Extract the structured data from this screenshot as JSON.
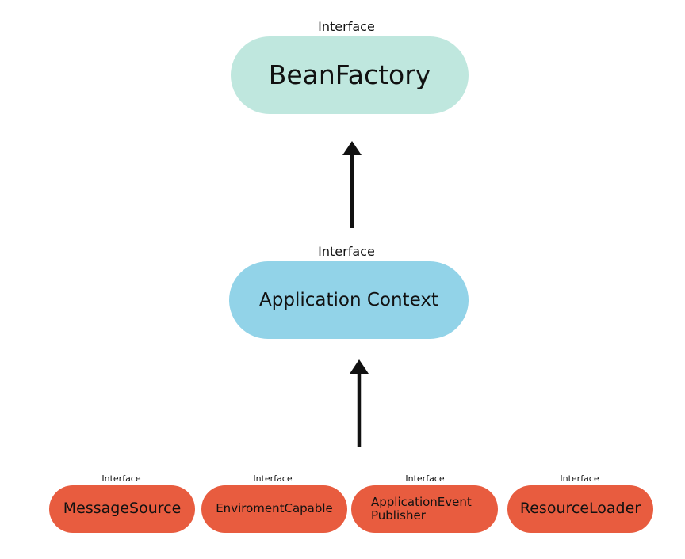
{
  "diagram": {
    "nodes": [
      {
        "id": "bean-factory",
        "stereotype": "Interface",
        "title": "BeanFactory",
        "color": "#bfe7de"
      },
      {
        "id": "application-context",
        "stereotype": "Interface",
        "title": "Application Context",
        "color": "#92d3e8"
      },
      {
        "id": "message-source",
        "stereotype": "Interface",
        "title": "MessageSource",
        "color": "#e85c3f"
      },
      {
        "id": "enviroment-capable",
        "stereotype": "Interface",
        "title": "EnviromentCapable",
        "color": "#e85c3f"
      },
      {
        "id": "application-event-publisher",
        "stereotype": "Interface",
        "title": "ApplicationEvent Publisher",
        "color": "#e85c3f"
      },
      {
        "id": "resource-loader",
        "stereotype": "Interface",
        "title": "ResourceLoader",
        "color": "#e85c3f"
      }
    ],
    "edges": [
      {
        "from": "application-context",
        "to": "bean-factory"
      },
      {
        "from": "bottom-interfaces",
        "to": "application-context"
      }
    ],
    "arrow_color": "#111111"
  }
}
